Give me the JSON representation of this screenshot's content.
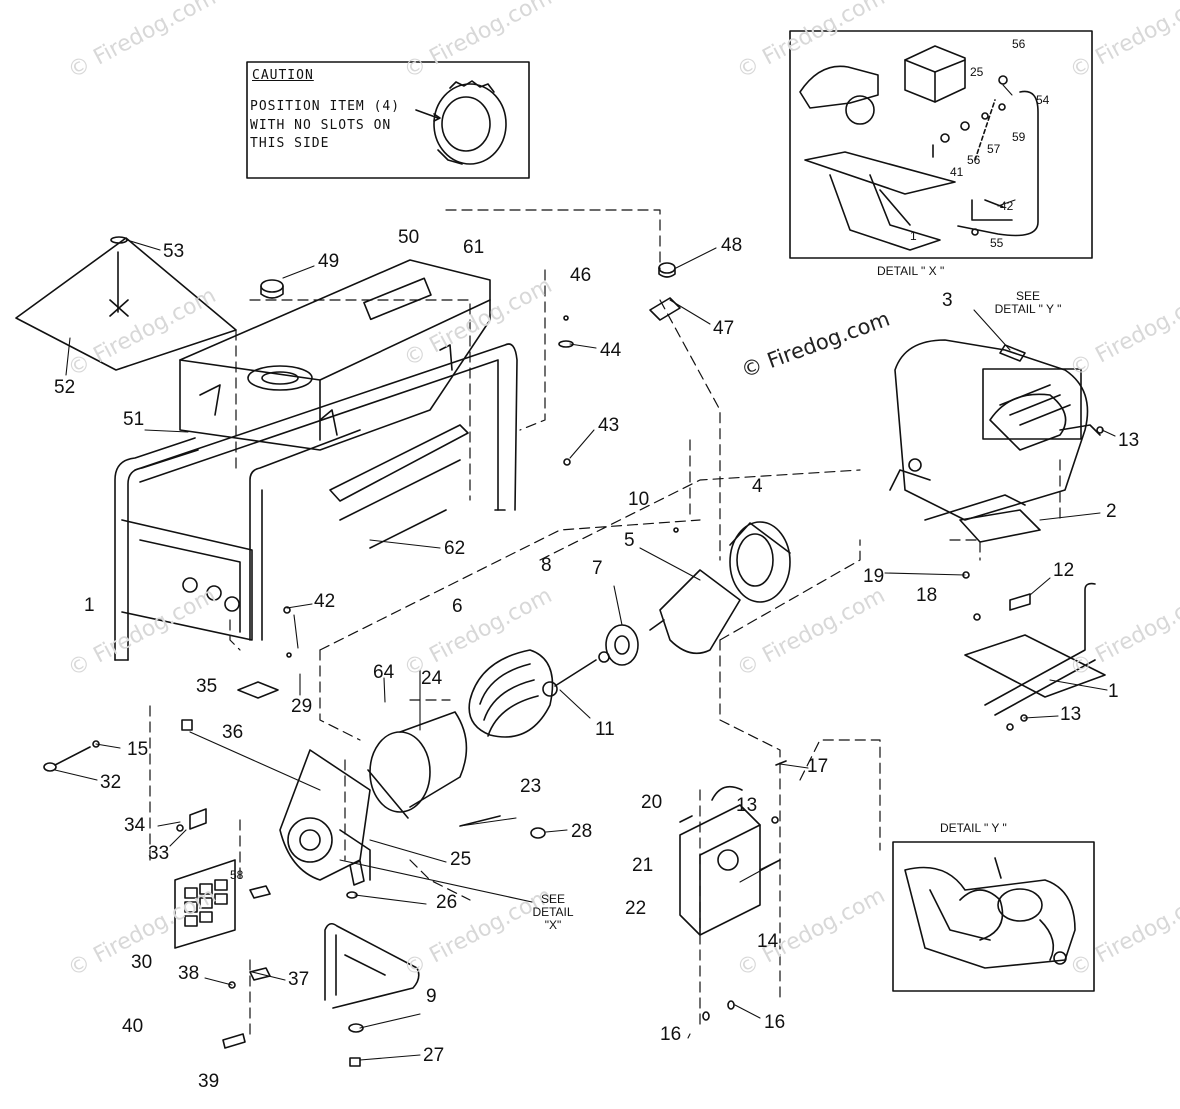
{
  "caution": {
    "title": "CAUTION",
    "line1": "POSITION ITEM (4)",
    "line2": "WITH NO SLOTS ON",
    "line3": "THIS    SIDE"
  },
  "detail_x": {
    "label": "DETAIL  \" X \""
  },
  "detail_y": {
    "label": "DETAIL  \" Y \""
  },
  "see_detail_y": {
    "line1": "SEE",
    "line2": "DETAIL \" Y \""
  },
  "see_detail_x": {
    "line1": "SEE",
    "line2": "DETAIL",
    "line3": "\"X\""
  },
  "watermark": "© Firedog.com",
  "copyright": "© Firedog.com",
  "part_numbers": {
    "p53": "53",
    "p50": "50",
    "p61": "61",
    "p49": "49",
    "p46": "46",
    "p48": "48",
    "p52": "52",
    "p51": "51",
    "p44": "44",
    "p47": "47",
    "p43": "43",
    "p3": "3",
    "p13a": "13",
    "p10": "10",
    "p4": "4",
    "p2": "2",
    "p5": "5",
    "p8": "8",
    "p7": "7",
    "p62": "62",
    "p19": "19",
    "p12": "12",
    "p18": "18",
    "p1a": "1",
    "p42a": "42",
    "p6": "6",
    "p1b": "1",
    "p13b": "13",
    "p64": "64",
    "p24": "24",
    "p11": "11",
    "p35": "35",
    "p29": "29",
    "p36": "36",
    "p15": "15",
    "p32": "32",
    "p17": "17",
    "p23": "23",
    "p20": "20",
    "p28": "28",
    "p13c": "13",
    "p34": "34",
    "p33": "33",
    "p25a": "25",
    "p21": "21",
    "p58": "58",
    "p26": "26",
    "p22": "22",
    "p14": "14",
    "p30": "30",
    "p38": "38",
    "p37": "37",
    "p9": "9",
    "p40": "40",
    "p27": "27",
    "p16a": "16",
    "p16b": "16",
    "p39": "39",
    "x56a": "56",
    "x25": "25",
    "x54": "54",
    "x59": "59",
    "x57": "57",
    "x56b": "56",
    "x41": "41",
    "x42": "42",
    "x1": "1",
    "x55": "55"
  }
}
